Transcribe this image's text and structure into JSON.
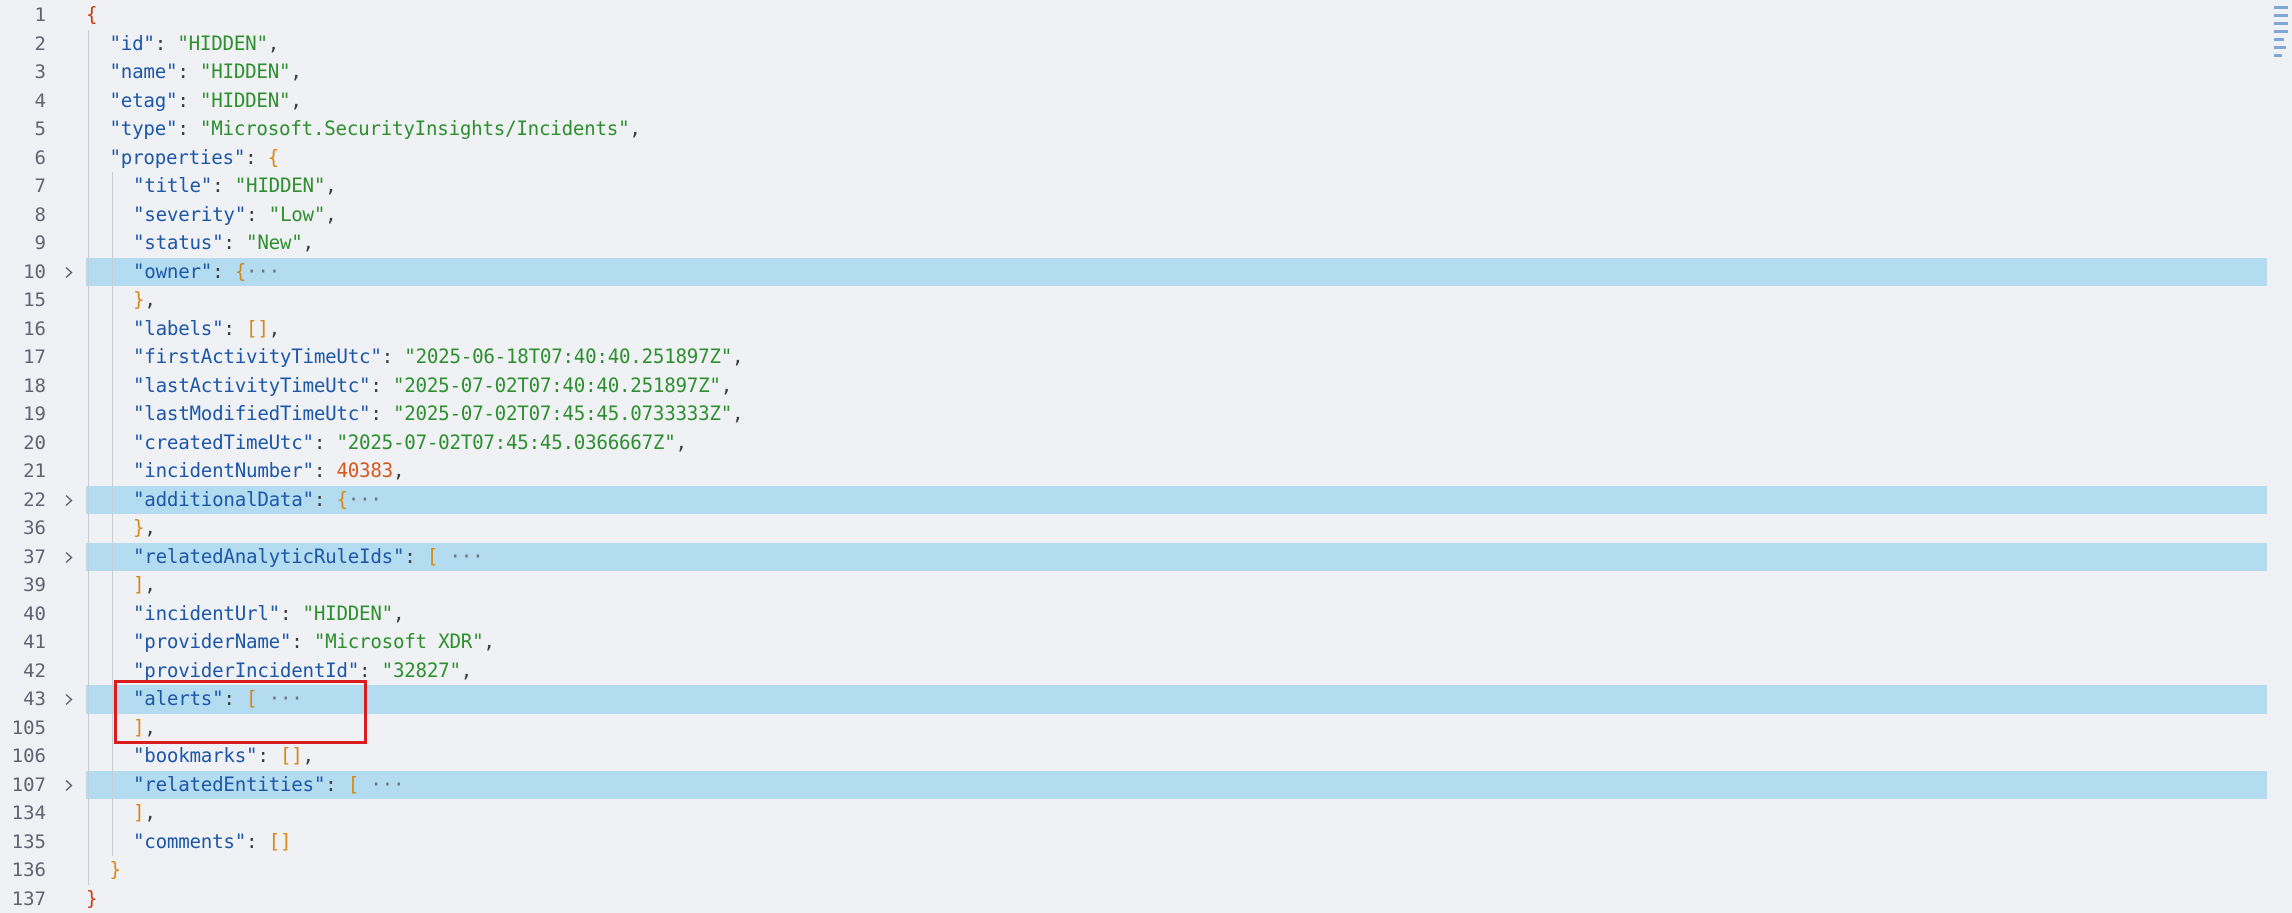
{
  "lines": [
    {
      "ln": "1",
      "depth": 0,
      "fold": false,
      "tokens": [
        {
          "t": "{",
          "c": "br"
        }
      ]
    },
    {
      "ln": "2",
      "depth": 1,
      "fold": false,
      "tokens": [
        {
          "t": "\"id\"",
          "c": "k"
        },
        {
          "t": ": ",
          "c": "p"
        },
        {
          "t": "\"HIDDEN\"",
          "c": "s"
        },
        {
          "t": ",",
          "c": "p"
        }
      ]
    },
    {
      "ln": "3",
      "depth": 1,
      "fold": false,
      "tokens": [
        {
          "t": "\"name\"",
          "c": "k"
        },
        {
          "t": ": ",
          "c": "p"
        },
        {
          "t": "\"HIDDEN\"",
          "c": "s"
        },
        {
          "t": ",",
          "c": "p"
        }
      ]
    },
    {
      "ln": "4",
      "depth": 1,
      "fold": false,
      "tokens": [
        {
          "t": "\"etag\"",
          "c": "k"
        },
        {
          "t": ": ",
          "c": "p"
        },
        {
          "t": "\"HIDDEN\"",
          "c": "s"
        },
        {
          "t": ",",
          "c": "p"
        }
      ]
    },
    {
      "ln": "5",
      "depth": 1,
      "fold": false,
      "tokens": [
        {
          "t": "\"type\"",
          "c": "k"
        },
        {
          "t": ": ",
          "c": "p"
        },
        {
          "t": "\"Microsoft.SecurityInsights/Incidents\"",
          "c": "s"
        },
        {
          "t": ",",
          "c": "p"
        }
      ]
    },
    {
      "ln": "6",
      "depth": 1,
      "fold": false,
      "tokens": [
        {
          "t": "\"properties\"",
          "c": "k"
        },
        {
          "t": ": ",
          "c": "p"
        },
        {
          "t": "{",
          "c": "b"
        }
      ]
    },
    {
      "ln": "7",
      "depth": 2,
      "fold": false,
      "tokens": [
        {
          "t": "\"title\"",
          "c": "k"
        },
        {
          "t": ": ",
          "c": "p"
        },
        {
          "t": "\"HIDDEN\"",
          "c": "s"
        },
        {
          "t": ",",
          "c": "p"
        }
      ]
    },
    {
      "ln": "8",
      "depth": 2,
      "fold": false,
      "tokens": [
        {
          "t": "\"severity\"",
          "c": "k"
        },
        {
          "t": ": ",
          "c": "p"
        },
        {
          "t": "\"Low\"",
          "c": "s"
        },
        {
          "t": ",",
          "c": "p"
        }
      ]
    },
    {
      "ln": "9",
      "depth": 2,
      "fold": false,
      "tokens": [
        {
          "t": "\"status\"",
          "c": "k"
        },
        {
          "t": ": ",
          "c": "p"
        },
        {
          "t": "\"New\"",
          "c": "s"
        },
        {
          "t": ",",
          "c": "p"
        }
      ]
    },
    {
      "ln": "10",
      "depth": 2,
      "fold": true,
      "tokens": [
        {
          "t": "\"owner\"",
          "c": "k"
        },
        {
          "t": ": ",
          "c": "p"
        },
        {
          "t": "{",
          "c": "b"
        },
        {
          "t": "···",
          "c": "e"
        }
      ]
    },
    {
      "ln": "15",
      "depth": 2,
      "fold": false,
      "tokens": [
        {
          "t": "}",
          "c": "b"
        },
        {
          "t": ",",
          "c": "p"
        }
      ]
    },
    {
      "ln": "16",
      "depth": 2,
      "fold": false,
      "tokens": [
        {
          "t": "\"labels\"",
          "c": "k"
        },
        {
          "t": ": ",
          "c": "p"
        },
        {
          "t": "[]",
          "c": "b"
        },
        {
          "t": ",",
          "c": "p"
        }
      ]
    },
    {
      "ln": "17",
      "depth": 2,
      "fold": false,
      "tokens": [
        {
          "t": "\"firstActivityTimeUtc\"",
          "c": "k"
        },
        {
          "t": ": ",
          "c": "p"
        },
        {
          "t": "\"2025-06-18T07:40:40.251897Z\"",
          "c": "s"
        },
        {
          "t": ",",
          "c": "p"
        }
      ]
    },
    {
      "ln": "18",
      "depth": 2,
      "fold": false,
      "tokens": [
        {
          "t": "\"lastActivityTimeUtc\"",
          "c": "k"
        },
        {
          "t": ": ",
          "c": "p"
        },
        {
          "t": "\"2025-07-02T07:40:40.251897Z\"",
          "c": "s"
        },
        {
          "t": ",",
          "c": "p"
        }
      ]
    },
    {
      "ln": "19",
      "depth": 2,
      "fold": false,
      "tokens": [
        {
          "t": "\"lastModifiedTimeUtc\"",
          "c": "k"
        },
        {
          "t": ": ",
          "c": "p"
        },
        {
          "t": "\"2025-07-02T07:45:45.0733333Z\"",
          "c": "s"
        },
        {
          "t": ",",
          "c": "p"
        }
      ]
    },
    {
      "ln": "20",
      "depth": 2,
      "fold": false,
      "tokens": [
        {
          "t": "\"createdTimeUtc\"",
          "c": "k"
        },
        {
          "t": ": ",
          "c": "p"
        },
        {
          "t": "\"2025-07-02T07:45:45.0366667Z\"",
          "c": "s"
        },
        {
          "t": ",",
          "c": "p"
        }
      ]
    },
    {
      "ln": "21",
      "depth": 2,
      "fold": false,
      "tokens": [
        {
          "t": "\"incidentNumber\"",
          "c": "k"
        },
        {
          "t": ": ",
          "c": "p"
        },
        {
          "t": "40383",
          "c": "n"
        },
        {
          "t": ",",
          "c": "p"
        }
      ]
    },
    {
      "ln": "22",
      "depth": 2,
      "fold": true,
      "tokens": [
        {
          "t": "\"additionalData\"",
          "c": "k"
        },
        {
          "t": ": ",
          "c": "p"
        },
        {
          "t": "{",
          "c": "b"
        },
        {
          "t": "···",
          "c": "e"
        }
      ]
    },
    {
      "ln": "36",
      "depth": 2,
      "fold": false,
      "tokens": [
        {
          "t": "}",
          "c": "b"
        },
        {
          "t": ",",
          "c": "p"
        }
      ]
    },
    {
      "ln": "37",
      "depth": 2,
      "fold": true,
      "tokens": [
        {
          "t": "\"relatedAnalyticRuleIds\"",
          "c": "k"
        },
        {
          "t": ": ",
          "c": "p"
        },
        {
          "t": "[",
          "c": "b"
        },
        {
          "t": " ···",
          "c": "e"
        }
      ]
    },
    {
      "ln": "39",
      "depth": 2,
      "fold": false,
      "tokens": [
        {
          "t": "]",
          "c": "b"
        },
        {
          "t": ",",
          "c": "p"
        }
      ]
    },
    {
      "ln": "40",
      "depth": 2,
      "fold": false,
      "tokens": [
        {
          "t": "\"incidentUrl\"",
          "c": "k"
        },
        {
          "t": ": ",
          "c": "p"
        },
        {
          "t": "\"HIDDEN\"",
          "c": "s"
        },
        {
          "t": ",",
          "c": "p"
        }
      ]
    },
    {
      "ln": "41",
      "depth": 2,
      "fold": false,
      "tokens": [
        {
          "t": "\"providerName\"",
          "c": "k"
        },
        {
          "t": ": ",
          "c": "p"
        },
        {
          "t": "\"Microsoft XDR\"",
          "c": "s"
        },
        {
          "t": ",",
          "c": "p"
        }
      ]
    },
    {
      "ln": "42",
      "depth": 2,
      "fold": false,
      "tokens": [
        {
          "t": "\"providerIncidentId\"",
          "c": "k"
        },
        {
          "t": ": ",
          "c": "p"
        },
        {
          "t": "\"32827\"",
          "c": "s"
        },
        {
          "t": ",",
          "c": "p"
        }
      ]
    },
    {
      "ln": "43",
      "depth": 2,
      "fold": true,
      "tokens": [
        {
          "t": "\"alerts\"",
          "c": "k"
        },
        {
          "t": ": ",
          "c": "p"
        },
        {
          "t": "[",
          "c": "b"
        },
        {
          "t": " ···",
          "c": "e"
        }
      ]
    },
    {
      "ln": "105",
      "depth": 2,
      "fold": false,
      "tokens": [
        {
          "t": "]",
          "c": "b"
        },
        {
          "t": ",",
          "c": "p"
        }
      ]
    },
    {
      "ln": "106",
      "depth": 2,
      "fold": false,
      "tokens": [
        {
          "t": "\"bookmarks\"",
          "c": "k"
        },
        {
          "t": ": ",
          "c": "p"
        },
        {
          "t": "[]",
          "c": "b"
        },
        {
          "t": ",",
          "c": "p"
        }
      ]
    },
    {
      "ln": "107",
      "depth": 2,
      "fold": true,
      "tokens": [
        {
          "t": "\"relatedEntities\"",
          "c": "k"
        },
        {
          "t": ": ",
          "c": "p"
        },
        {
          "t": "[",
          "c": "b"
        },
        {
          "t": " ···",
          "c": "e"
        }
      ]
    },
    {
      "ln": "134",
      "depth": 2,
      "fold": false,
      "tokens": [
        {
          "t": "]",
          "c": "b"
        },
        {
          "t": ",",
          "c": "p"
        }
      ]
    },
    {
      "ln": "135",
      "depth": 2,
      "fold": false,
      "tokens": [
        {
          "t": "\"comments\"",
          "c": "k"
        },
        {
          "t": ": ",
          "c": "p"
        },
        {
          "t": "[]",
          "c": "b"
        }
      ]
    },
    {
      "ln": "136",
      "depth": 1,
      "fold": false,
      "tokens": [
        {
          "t": "}",
          "c": "b"
        }
      ]
    },
    {
      "ln": "137",
      "depth": 0,
      "fold": false,
      "tokens": [
        {
          "t": "}",
          "c": "br"
        }
      ]
    }
  ],
  "highlight": {
    "line": "43",
    "color": "#d91c1c"
  },
  "colors": {
    "background": "#eff1f5",
    "folded_line": "#b3dcf0",
    "key": "#1d57a8",
    "string": "#2e8f2e",
    "number": "#d5581d",
    "bracket": "#d98715",
    "root_brace": "#cc3b0f"
  },
  "icons": {
    "fold": "chevron-right-icon"
  }
}
